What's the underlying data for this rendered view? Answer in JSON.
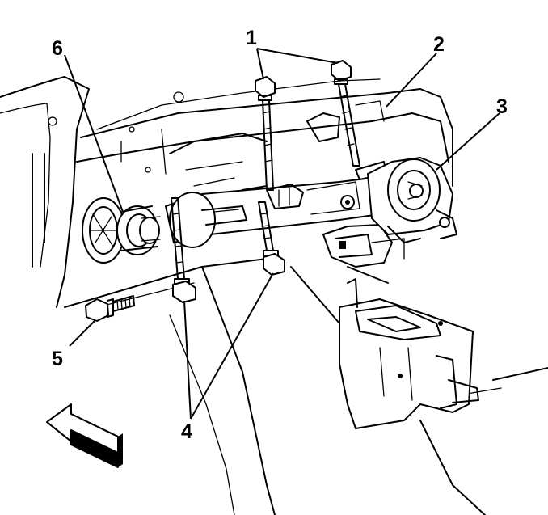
{
  "callouts": [
    {
      "id": "1",
      "label": "1"
    },
    {
      "id": "2",
      "label": "2"
    },
    {
      "id": "3",
      "label": "3"
    },
    {
      "id": "4",
      "label": "4"
    },
    {
      "id": "5",
      "label": "5"
    },
    {
      "id": "6",
      "label": "6"
    }
  ],
  "colors": {
    "ink": "#000000",
    "paper": "#ffffff"
  }
}
